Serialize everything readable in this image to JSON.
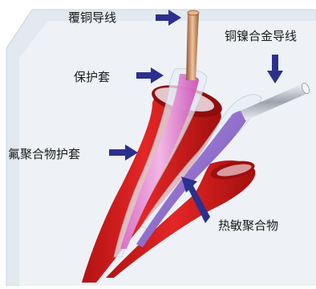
{
  "diagram": {
    "labels": {
      "copper_wire": "覆铜导线",
      "protective_sheath": "保护套",
      "fluoropolymer_sheath": "氟聚合物护套",
      "copper_nickel_wire": "铜镍合金导线",
      "thermistor_polymer": "热敏聚合物"
    },
    "colors": {
      "background_panel": "#dfe6ee",
      "panel_border": "#c5d0dc",
      "arrow": "#2b2f8e",
      "fluoropolymer_red": "#d81c1c",
      "fluoropolymer_dark": "#9e0f0f",
      "thermistor_purple": "#8a62c8",
      "sheath_pink": "#e58ad0",
      "copper": "#c88a5c",
      "nickel_silver": "#b8bcc4"
    }
  }
}
